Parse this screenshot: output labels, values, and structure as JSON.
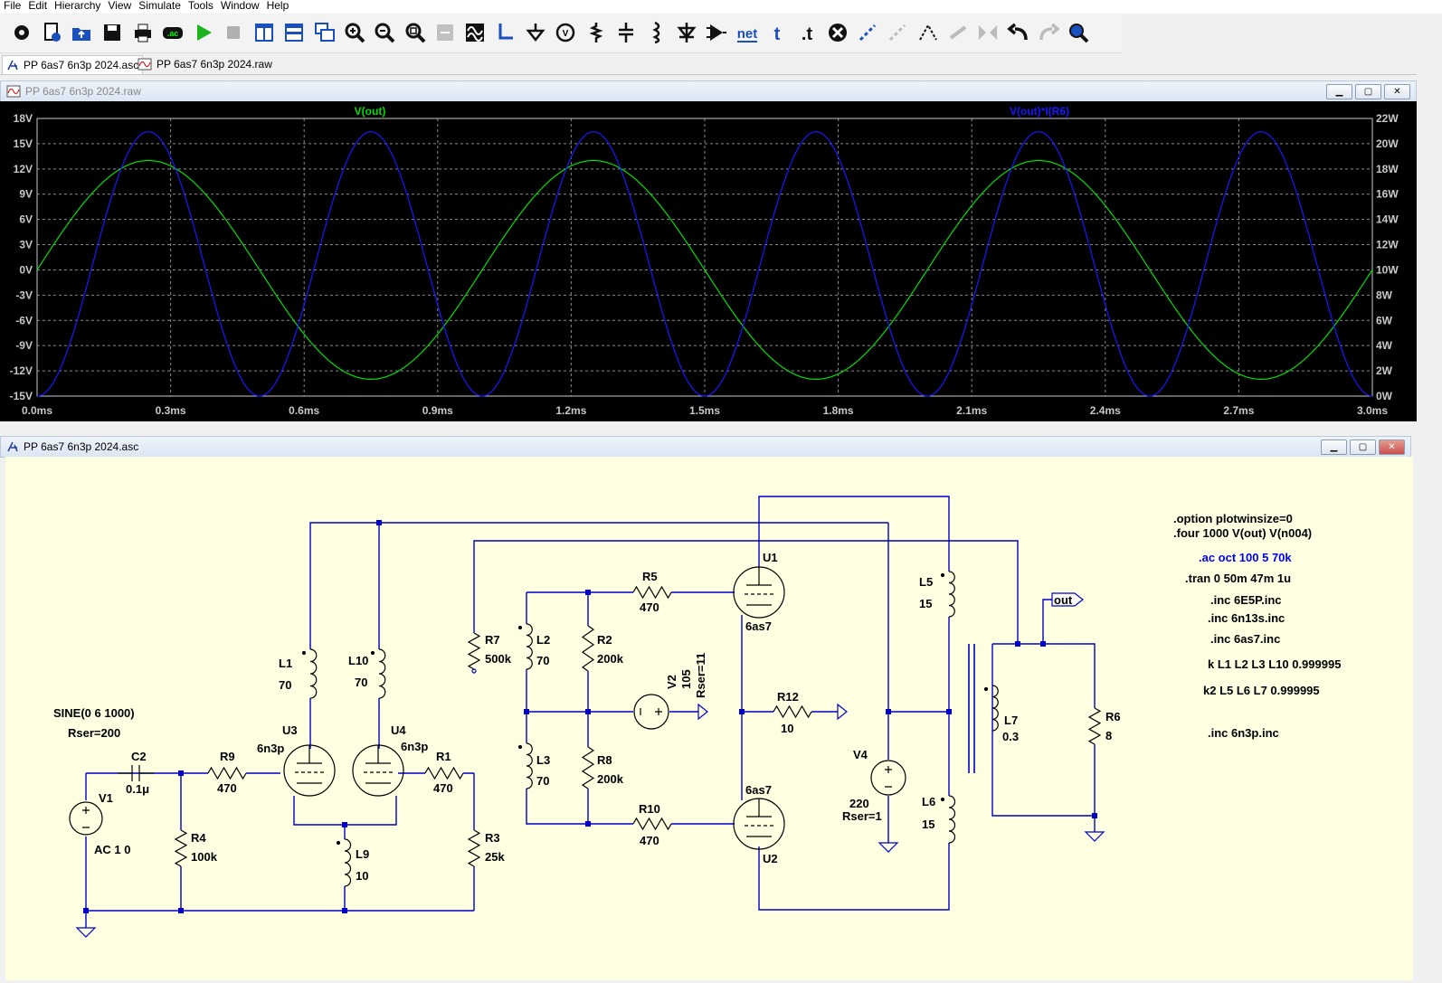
{
  "menu": [
    "File",
    "Edit",
    "Hierarchy",
    "View",
    "Simulate",
    "Tools",
    "Window",
    "Help"
  ],
  "toolbar": {
    "icons": [
      "gear-icon",
      "new-schematic-icon",
      "open-icon",
      "save-icon",
      "print-icon",
      "ac-analysis-icon",
      "run-icon",
      "halt-icon",
      "tile-vertical-icon",
      "tile-horizontal-icon",
      "cascade-icon",
      "zoom-in-icon",
      "zoom-out-icon",
      "zoom-fit-icon",
      "zoom-cancel-icon",
      "autorange-icon",
      "wire-icon",
      "ground-icon",
      "label-net-icon",
      "resistor-icon",
      "capacitor-icon",
      "inductor-icon",
      "diode-icon",
      "component-icon",
      "spice-directive-icon",
      "text-icon",
      "move-icon",
      "delete-icon",
      "duplicate-icon",
      "drag-icon",
      "rotate-icon",
      "mirror-icon",
      "flip-icon",
      "undo-icon",
      "redo-icon",
      "find-icon"
    ],
    "net_label": "net",
    "t_label": "t",
    "dot_t_label": ".t",
    "ac_label": ".ac"
  },
  "tabs": [
    {
      "label": "PP 6as7 6n3p 2024.asc",
      "icon": "schematic-icon"
    },
    {
      "label": "PP 6as7 6n3p 2024.raw",
      "icon": "waveform-icon"
    }
  ],
  "waveform_window": {
    "title": "PP 6as7 6n3p 2024.raw",
    "chart_data": {
      "type": "line",
      "xlim": [
        0,
        3.0
      ],
      "x_ticks": [
        "0.0ms",
        "0.3ms",
        "0.6ms",
        "0.9ms",
        "1.2ms",
        "1.5ms",
        "1.8ms",
        "2.1ms",
        "2.4ms",
        "2.7ms",
        "3.0ms"
      ],
      "ylim_left": [
        -15,
        18
      ],
      "y_ticks_left": [
        "18V",
        "15V",
        "12V",
        "9V",
        "6V",
        "3V",
        "0V",
        "-3V",
        "-6V",
        "-9V",
        "-12V",
        "-15V"
      ],
      "ylim_right": [
        0,
        22
      ],
      "y_ticks_right": [
        "22W",
        "20W",
        "18W",
        "16W",
        "14W",
        "12W",
        "10W",
        "8W",
        "6W",
        "4W",
        "2W",
        "0W"
      ],
      "grid": true,
      "series": [
        {
          "name": "V(out)",
          "axis": "left",
          "color": "#00e000",
          "shape": "sine",
          "amplitude": 13,
          "offset": 0,
          "frequency_khz": 1
        },
        {
          "name": "V(out)*I(R6)",
          "axis": "right",
          "color": "#1818ff",
          "shape": "sine-squared",
          "peak": 20.95,
          "floor": 0,
          "frequency_khz": 2
        }
      ]
    }
  },
  "schematic_window": {
    "title": "PP 6as7 6n3p 2024.asc",
    "labels": {
      "sine": "SINE(0 6 1000)",
      "rser200": "Rser=200",
      "ac10": "AC 1 0",
      "v1": "V1",
      "c2": "C2",
      "c2v": "0.1μ",
      "r9": "R9",
      "r9v": "470",
      "r4": "R4",
      "r4v": "100k",
      "u3": "U3",
      "u3m": "6n3p",
      "u4": "U4",
      "u4m": "6n3p",
      "l1": "L1",
      "l1v": "70",
      "l10": "L10",
      "l10v": "70",
      "l9": "L9",
      "l9v": "10",
      "r1": "R1",
      "r1v": "470",
      "r3": "R3",
      "r3v": "25k",
      "r7": "R7",
      "r7v": "500k",
      "l2": "L2",
      "l2v": "70",
      "l3": "L3",
      "l3v": "70",
      "r2": "R2",
      "r2v": "200k",
      "r8": "R8",
      "r8v": "200k",
      "r5": "R5",
      "r5v": "470",
      "r10": "R10",
      "r10v": "470",
      "v2": "V2",
      "v2v": "105",
      "v2r": "Rser=11",
      "u1": "U1",
      "u1m": "6as7",
      "u2": "U2",
      "u2m": "6as7",
      "r12": "R12",
      "r12v": "10",
      "v4": "V4",
      "v4v": "220",
      "v4r": "Rser=1",
      "l5": "L5",
      "l5v": "15",
      "l6": "L6",
      "l6v": "15",
      "l7": "L7",
      "l7v": "0.3",
      "r6": "R6",
      "r6v": "8",
      "out": "out"
    },
    "directives": [
      {
        "text": ".option plotwinsize=0",
        "color": "#000000"
      },
      {
        "text": ".four 1000 V(out) V(n004)",
        "color": "#000000"
      },
      {
        "text": ".ac oct 100 5 70k",
        "color": "#0000ff"
      },
      {
        "text": ".tran 0 50m 47m 1u",
        "color": "#000000"
      },
      {
        "text": ".inc 6E5P.inc",
        "color": "#000000"
      },
      {
        "text": ".inc 6n13s.inc",
        "color": "#000000"
      },
      {
        "text": ".inc 6as7.inc",
        "color": "#000000"
      },
      {
        "text": "k L1 L2 L3 L10 0.999995",
        "color": "#000000"
      },
      {
        "text": "k2 L5 L6 L7 0.999995",
        "color": "#000000"
      },
      {
        "text": ".inc 6n3p.inc",
        "color": "#000000"
      }
    ],
    "colors": {
      "wire": "#0000c8",
      "background": "#ffffe1",
      "text": "#000000"
    }
  }
}
